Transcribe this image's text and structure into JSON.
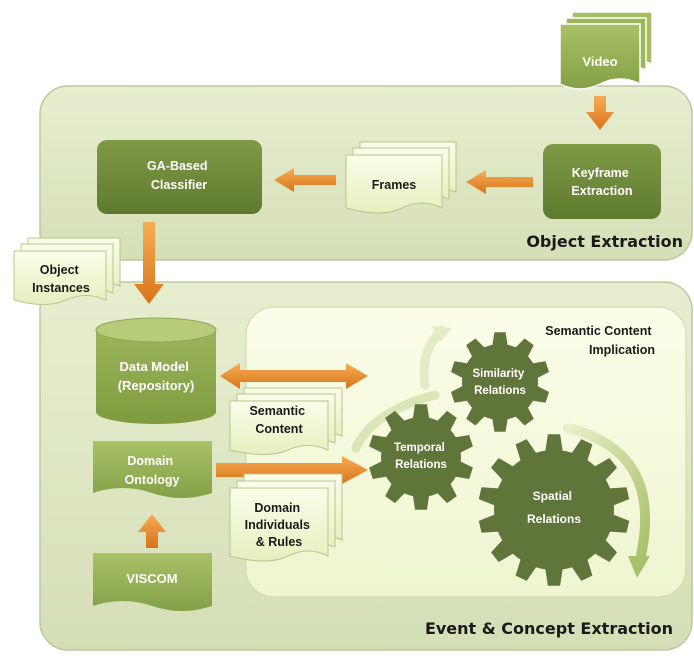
{
  "panels": {
    "object_extraction_title": "Object Extraction",
    "event_concept_title": "Event & Concept Extraction",
    "semantic_implication_title": [
      "Semantic Content",
      "Implication"
    ]
  },
  "nodes": {
    "video": "Video",
    "keyframe_extraction": [
      "Keyframe",
      "Extraction"
    ],
    "frames": "Frames",
    "ga_classifier": [
      "GA-Based",
      "Classifier"
    ],
    "object_instances": [
      "Object",
      "Instances"
    ],
    "data_model": [
      "Data Model",
      "(Repository)"
    ],
    "semantic_content": [
      "Semantic",
      "Content"
    ],
    "domain_ontology": [
      "Domain",
      "Ontology"
    ],
    "domain_individuals": [
      "Domain",
      "Individuals",
      "& Rules"
    ],
    "viscom": "VISCOM"
  },
  "gears": {
    "similarity": [
      "Similarity",
      "Relations"
    ],
    "temporal": [
      "Temporal",
      "Relations"
    ],
    "spatial": [
      "Spatial",
      "Relations"
    ]
  },
  "colors": {
    "panel_fill": "#dfe7c6",
    "panel_stroke": "#b9c79a",
    "inner_fill": "#f4f9dc",
    "dark_olive": "#6f8b3a",
    "gear": "#5f733a",
    "doc_fill": "#f3f8d7",
    "arrow": "#e98a24"
  }
}
